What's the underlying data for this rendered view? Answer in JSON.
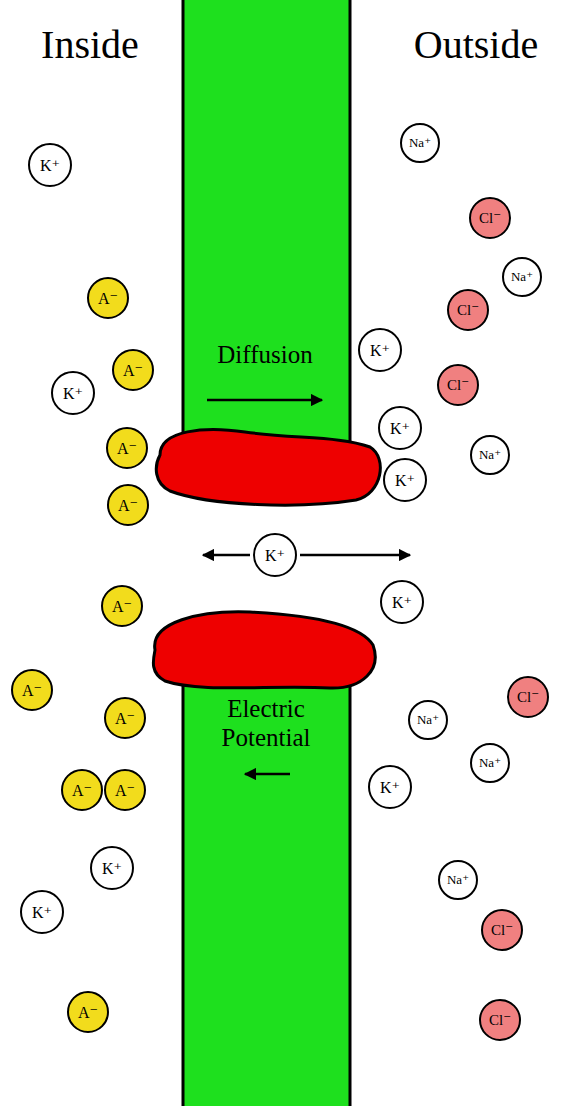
{
  "diagram": {
    "nodes": [
      {
        "text": [
          "Na⁺"
        ]
      },
      {
        "text": [
          "K⁺"
        ]
      },
      {
        "text": [
          "Cl⁻"
        ]
      },
      {
        "text": [
          "Na⁺"
        ]
      },
      {
        "text": [
          "A⁻"
        ]
      },
      {
        "text": [
          "Cl⁻"
        ]
      },
      {
        "text": [
          "K⁺"
        ]
      },
      {
        "text": [
          "A⁻"
        ]
      },
      {
        "text": [
          "Cl⁻"
        ]
      },
      {
        "text": [
          "K⁺"
        ]
      },
      {
        "text": [
          "K⁺"
        ]
      },
      {
        "text": [
          "A⁻"
        ]
      },
      {
        "text": [
          "Na⁺"
        ]
      },
      {
        "text": [
          "K⁺"
        ]
      },
      {
        "text": [
          "A⁻"
        ]
      },
      {
        "text": [
          "K⁺"
        ]
      },
      {
        "text": [
          "K⁺"
        ]
      },
      {
        "text": [
          "A⁻"
        ]
      },
      {
        "text": [
          "A⁻"
        ]
      },
      {
        "text": [
          "Cl⁻"
        ]
      },
      {
        "text": [
          "A⁻"
        ]
      },
      {
        "text": [
          "Na⁺"
        ]
      },
      {
        "text": [
          "Na⁺"
        ]
      },
      {
        "text": [
          "K⁺"
        ]
      },
      {
        "text": [
          "A⁻"
        ]
      },
      {
        "text": [
          "A⁻"
        ]
      },
      {
        "text": [
          "K⁺"
        ]
      },
      {
        "text": [
          "Na⁺"
        ]
      },
      {
        "text": [
          "K⁺"
        ]
      },
      {
        "text": [
          "Cl⁻"
        ]
      },
      {
        "text": [
          "A⁻"
        ]
      },
      {
        "text": [
          "Cl⁻"
        ]
      }
    ],
    "labels": [
      "Inside",
      "Outside",
      "Diffusion",
      "Electric Potential"
    ]
  }
}
